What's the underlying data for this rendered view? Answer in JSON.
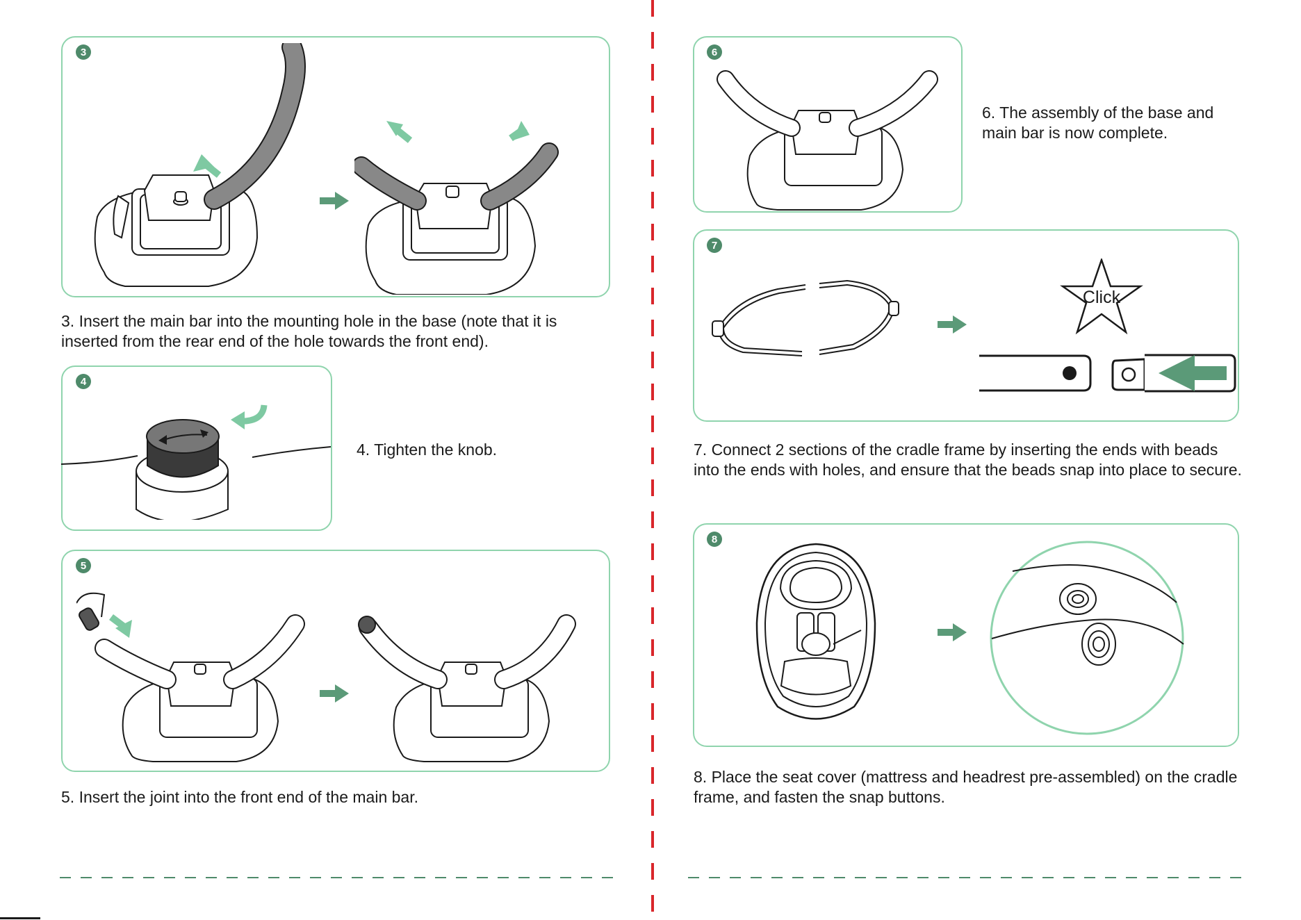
{
  "colors": {
    "panel_border": "#8fd4ad",
    "accent_arrow": "#7ec9a2",
    "dark_arrow": "#5b9a78",
    "badge": "#4e8a6a",
    "divider": "#d9262b"
  },
  "steps": [
    {
      "number": "3",
      "caption": "3. Insert the main bar into the mounting hole in the base (note that it is inserted from the rear end of the hole towards the front end)."
    },
    {
      "number": "4",
      "caption": "4. Tighten the knob."
    },
    {
      "number": "5",
      "caption": "5. Insert the joint into the front end of the main bar."
    },
    {
      "number": "6",
      "caption": "6. The assembly of the base and main bar is now complete."
    },
    {
      "number": "7",
      "caption": "7. Connect 2 sections of the cradle frame by inserting the ends with beads into the ends with holes, and ensure that the beads snap into place to secure.",
      "callout": "Click"
    },
    {
      "number": "8",
      "caption": "8. Place the seat cover (mattress and headrest pre-assembled) on the cradle frame, and fasten the snap buttons."
    }
  ],
  "icons": {
    "direction_arrow": "right-arrow-icon",
    "insert_arrow": "insert-arrow-icon",
    "rotate_arrow": "rotate-arrow-icon",
    "click_star": "star-burst-icon"
  }
}
